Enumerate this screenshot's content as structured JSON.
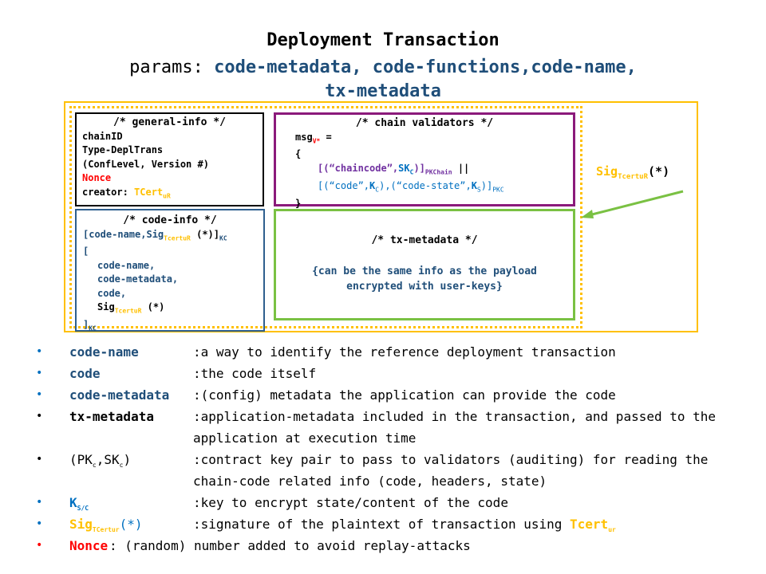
{
  "title": "Deployment Transaction",
  "params": {
    "prefix": "params:",
    "list_line1": "code-metadata, code-functions,code-name,",
    "list_line2": "tx-metadata"
  },
  "general_info": {
    "header": "/* general-info */",
    "line1": "chainID",
    "line2": "Type-DeplTrans",
    "line3": "(ConfLevel, Version #)",
    "nonce": "Nonce",
    "creator_label": "creator:",
    "creator_value": "TCert",
    "creator_sub": "uR"
  },
  "chain_validators": {
    "header": "/* chain validators */",
    "msg": "msg",
    "msg_sub": "V*",
    "msg_eq": " =",
    "open_brace": "{",
    "line1_a": "[(“chaincode”,",
    "line1_sk": "SK",
    "line1_sk_sub": "C",
    "line1_b": ")]",
    "line1_pk_sub": "PKChain",
    "line1_c": " ||",
    "line2_a": "[(“code”,",
    "line2_k": "K",
    "line2_k_sub": "C",
    "line2_b": "),(“code-state”,",
    "line2_ks": "K",
    "line2_ks_sub": "S",
    "line2_c": ")]",
    "line2_pk_sub": "PKC",
    "close_brace": "}"
  },
  "code_info": {
    "header": "/* code-info */",
    "line1_a": "[code-name,Sig",
    "line1_sub": "TcertuR",
    "line1_b": " (*)]",
    "line1_k_sub": "KC",
    "open": "[",
    "item1": "code-name,",
    "item2": "code-metadata,",
    "item3": "code,",
    "item4_a": "Sig",
    "item4_sub": "TcertuR",
    "item4_b": " (*)",
    "close": "]",
    "close_sub": "KC"
  },
  "tx_metadata": {
    "header": "/* tx-metadata */",
    "body_line1": "{can be the same info as the payload",
    "body_line2": "encrypted with user-keys}"
  },
  "signature": {
    "label": "Sig",
    "sub": "TcertuR",
    "suffix": "(*)"
  },
  "legend": [
    {
      "term": "code-name",
      "desc": ":a way to identify the reference deployment transaction"
    },
    {
      "term": "code",
      "desc": ":the code itself"
    },
    {
      "term": "code-metadata",
      "desc": ":(config) metadata the application can provide the code"
    },
    {
      "term": "tx-metadata",
      "desc": ":application-metadata included in the transaction, and passed to the application at execution time"
    },
    {
      "term_a": "(PK",
      "term_a_sub": "c",
      "term_b": ",SK",
      "term_b_sub": "c",
      "term_c": ")",
      "desc": ":contract key pair to pass to validators (auditing) for reading the chain-code related info (code, headers, state)"
    },
    {
      "term": "K",
      "term_sub": "S/C",
      "desc": ":key to encrypt state/content of the code"
    },
    {
      "term": "Sig",
      "term_sub": "TCertur",
      "term_suffix": "(*)",
      "desc": ":signature of the plaintext of transaction using ",
      "desc_highlight": "Tcert",
      "desc_highlight_sub": "ur"
    },
    {
      "term": "Nonce",
      "desc": ": (random) number added to avoid replay-attacks"
    }
  ],
  "colors": {
    "outer_frame": "#ffc000",
    "general_info_border": "#000000",
    "chain_validators_border": "#8b1a7b",
    "code_info_border": "#2e5f8e",
    "tx_metadata_border": "#7ac143",
    "arrow": "#7ac143",
    "term_blue": "#1f4e79",
    "nonce_red": "#ff0000",
    "tcert_yellow": "#ffc000"
  }
}
